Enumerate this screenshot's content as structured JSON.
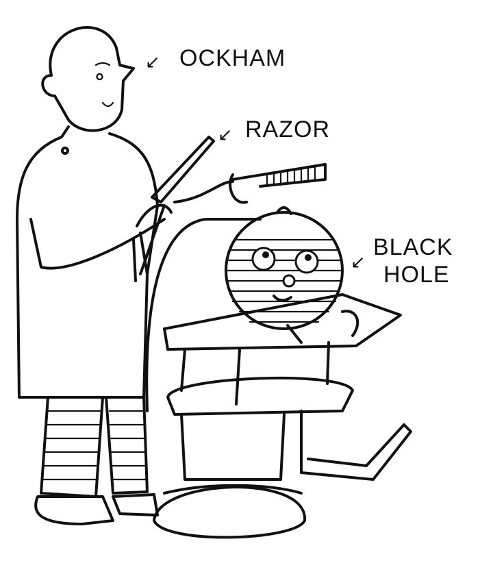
{
  "labels": {
    "ockham": "OCKHAM",
    "razor": "RAZOR",
    "black_hole_line1": "BLACK",
    "black_hole_line2": "HOLE"
  },
  "arrow_glyph": "↙",
  "colors": {
    "ink": "#111111",
    "paper": "#ffffff"
  }
}
